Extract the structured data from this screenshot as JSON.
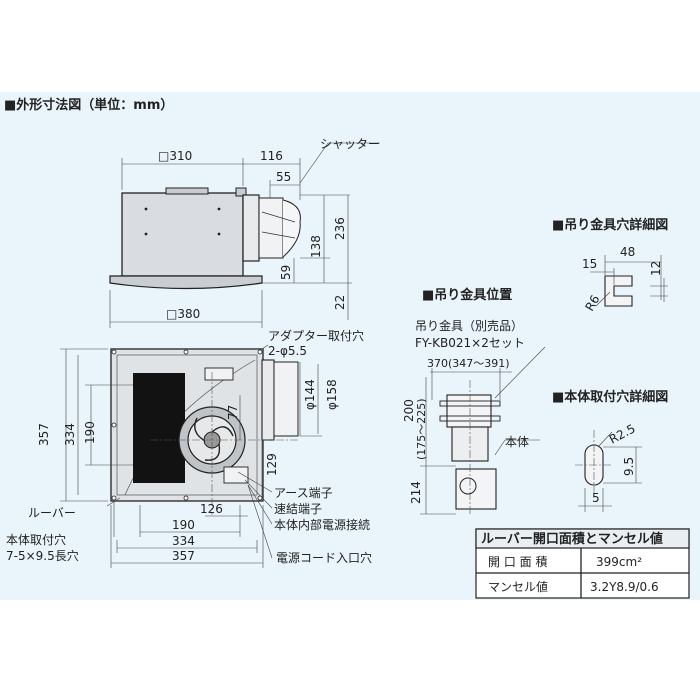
{
  "title": "■外形寸法図（単位：mm）",
  "main_side": {
    "width_label": "□310",
    "right_label": "116",
    "shutter_depth": "55",
    "shutter_label": "シャッター",
    "h236": "236",
    "h138": "138",
    "h59": "59",
    "h22": "22",
    "bottom_label": "□380"
  },
  "main_top": {
    "adapter_label": "アダプター取付穴",
    "adapter_spec": "2-φ5.5",
    "d144": "φ144",
    "d158": "φ158",
    "d77": "77",
    "d129": "129",
    "d126": "126",
    "d190h": "190",
    "d334h": "334",
    "d357h": "357",
    "d357v": "357",
    "d334v": "334",
    "d190v": "190",
    "earth": "アース端子",
    "quick": "速結端子",
    "internal": "本体内部電源接続",
    "louver": "ルーバー",
    "mount_hole": "本体取付穴",
    "mount_hole_spec": "7-5×9.5長穴",
    "cord": "電源コード入口穴"
  },
  "hanger_detail": {
    "title": "■吊り金具穴詳細図",
    "w48": "48",
    "w15": "15",
    "h12": "12",
    "r6": "R6"
  },
  "hanger_pos": {
    "title": "■吊り金具位置",
    "part": "吊り金具（別売品）",
    "model": "FY-KB021×2セット",
    "span": "370(347～391)",
    "h200": "200",
    "h_range": "(175～225)",
    "h214": "214",
    "body": "本体"
  },
  "mount_detail": {
    "title": "■本体取付穴詳細図",
    "r25": "R2.5",
    "h95": "9.5",
    "w5": "5"
  },
  "table": {
    "header": "ルーバー開口面積とマンセル値",
    "rows": [
      {
        "label": "開 口 面 積",
        "value": "399cm²"
      },
      {
        "label": "マンセル値",
        "value": "3.2Y8.9/0.6"
      }
    ]
  }
}
